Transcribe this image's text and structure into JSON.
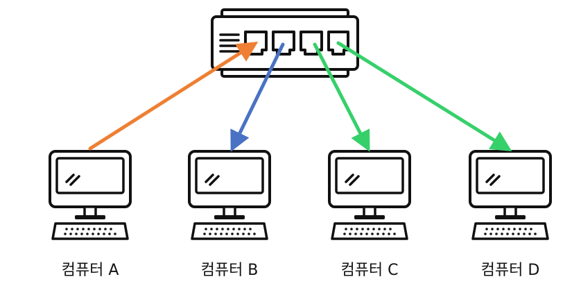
{
  "switch": {
    "port_count": 4
  },
  "computers": [
    {
      "label": "컴퓨터 A"
    },
    {
      "label": "컴퓨터 B"
    },
    {
      "label": "컴퓨터 C"
    },
    {
      "label": "컴퓨터 D"
    }
  ],
  "links": [
    {
      "from": "컴퓨터 A",
      "to": "switch-port-1",
      "color": "#ee7f33"
    },
    {
      "from": "switch-port-2",
      "to": "컴퓨터 B",
      "color": "#4a72c4"
    },
    {
      "from": "switch-port-3",
      "to": "컴퓨터 C",
      "color": "#36d06a"
    },
    {
      "from": "switch-port-4",
      "to": "컴퓨터 D",
      "color": "#36d06a"
    }
  ],
  "colors": {
    "outline": "#111111",
    "background": "#ffffff"
  }
}
